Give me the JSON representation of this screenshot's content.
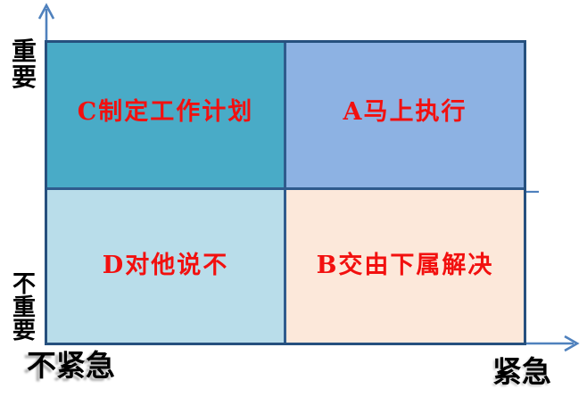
{
  "figure": {
    "type": "quadrant-matrix",
    "x_axis": {
      "left_label": "不紧急",
      "right_label": "紧急"
    },
    "y_axis": {
      "top_label": "重要",
      "bottom_label": "不重要"
    },
    "quadrants": {
      "top_left": {
        "label": "C制定工作计划",
        "bg": "#49abc7"
      },
      "top_right": {
        "label": "A马上执行",
        "bg": "#8db2e3"
      },
      "bottom_left": {
        "label": "D对他说不",
        "bg": "#b9ddea"
      },
      "bottom_right": {
        "label": "B交由下属解决",
        "bg": "#fce8da"
      }
    },
    "colors": {
      "border": "#26507e",
      "divider": "#2f5b8d",
      "axis": "#4f81bd",
      "quadrant_text": "#f2100f",
      "axis_label_text": "#000000",
      "background": "#ffffff"
    }
  }
}
